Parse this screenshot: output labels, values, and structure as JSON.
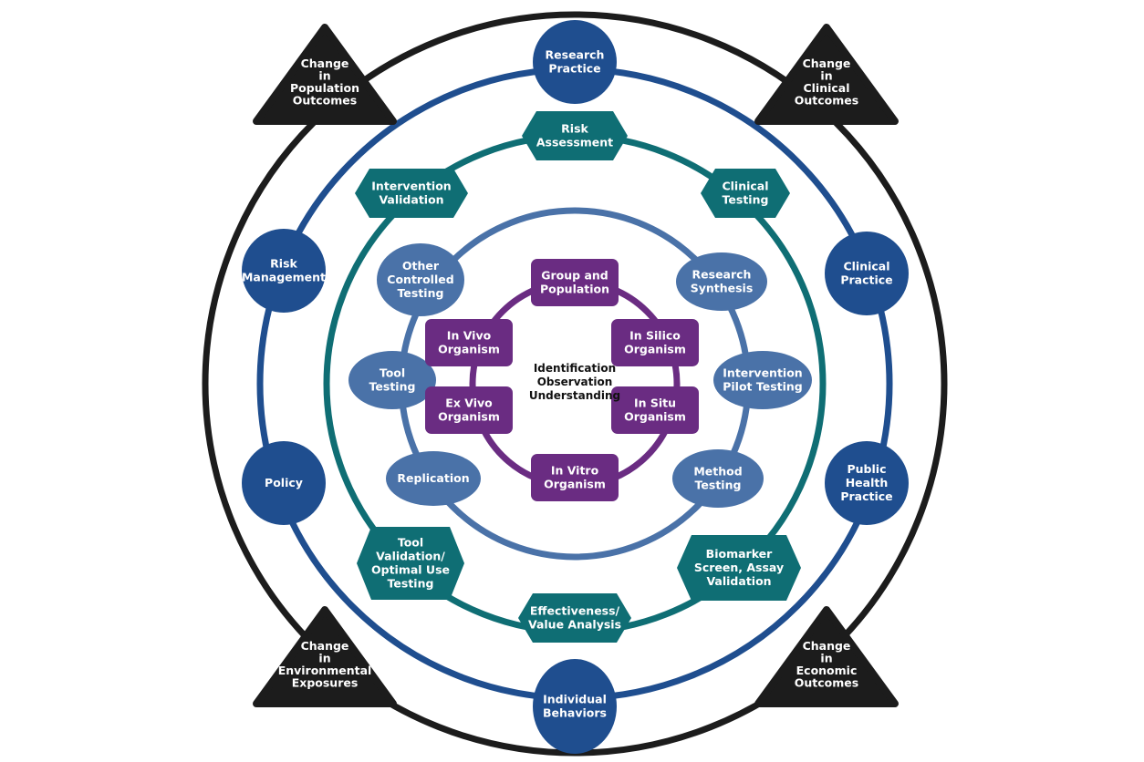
{
  "colors": {
    "outer_ring": "#1c1c1c",
    "blue_ring": "#1f4e8f",
    "teal_ring": "#0f6e74",
    "light_blue_ring": "#4a72a8",
    "purple_ring": "#6a2c82",
    "background": "#ffffff"
  },
  "center": {
    "lines": [
      "Identification",
      "Observation",
      "Understanding"
    ]
  },
  "outer_triangles": [
    {
      "id": "population",
      "lines": [
        "Change",
        "in",
        "Population",
        "Outcomes"
      ]
    },
    {
      "id": "clinical",
      "lines": [
        "Change",
        "in",
        "Clinical",
        "Outcomes"
      ]
    },
    {
      "id": "environmental",
      "lines": [
        "Change",
        "in",
        "Environmental",
        "Exposures"
      ]
    },
    {
      "id": "economic",
      "lines": [
        "Change",
        "in",
        "Economic",
        "Outcomes"
      ]
    }
  ],
  "blue_circles": [
    {
      "id": "research-practice",
      "lines": [
        "Research",
        "Practice"
      ]
    },
    {
      "id": "clinical-practice",
      "lines": [
        "Clinical",
        "Practice"
      ]
    },
    {
      "id": "public-health-practice",
      "lines": [
        "Public",
        "Health",
        "Practice"
      ]
    },
    {
      "id": "individual-behaviors",
      "lines": [
        "Individual",
        "Behaviors"
      ]
    },
    {
      "id": "policy",
      "lines": [
        "Policy"
      ]
    },
    {
      "id": "risk-management",
      "lines": [
        "Risk",
        "Management"
      ]
    }
  ],
  "teal_hexagons": [
    {
      "id": "risk-assessment",
      "lines": [
        "Risk",
        "Assessment"
      ]
    },
    {
      "id": "clinical-testing",
      "lines": [
        "Clinical",
        "Testing"
      ]
    },
    {
      "id": "biomarker-screen",
      "lines": [
        "Biomarker",
        "Screen, Assay",
        "Validation"
      ]
    },
    {
      "id": "effectiveness-value",
      "lines": [
        "Effectiveness/",
        "Value Analysis"
      ]
    },
    {
      "id": "tool-validation",
      "lines": [
        "Tool",
        "Validation/",
        "Optimal Use",
        "Testing"
      ]
    },
    {
      "id": "intervention-validation",
      "lines": [
        "Intervention",
        "Validation"
      ]
    }
  ],
  "light_blue_ovals": [
    {
      "id": "research-synthesis",
      "lines": [
        "Research",
        "Synthesis"
      ]
    },
    {
      "id": "intervention-pilot-testing",
      "lines": [
        "Intervention",
        "Pilot Testing"
      ]
    },
    {
      "id": "method-testing",
      "lines": [
        "Method",
        "Testing"
      ]
    },
    {
      "id": "replication",
      "lines": [
        "Replication"
      ]
    },
    {
      "id": "tool-testing",
      "lines": [
        "Tool",
        "Testing"
      ]
    },
    {
      "id": "other-controlled-testing",
      "lines": [
        "Other",
        "Controlled",
        "Testing"
      ]
    }
  ],
  "purple_boxes": [
    {
      "id": "group-population",
      "lines": [
        "Group and",
        "Population"
      ]
    },
    {
      "id": "in-silico",
      "lines": [
        "In Silico",
        "Organism"
      ]
    },
    {
      "id": "in-situ",
      "lines": [
        "In Situ",
        "Organism"
      ]
    },
    {
      "id": "in-vitro",
      "lines": [
        "In Vitro",
        "Organism"
      ]
    },
    {
      "id": "ex-vivo",
      "lines": [
        "Ex Vivo",
        "Organism"
      ]
    },
    {
      "id": "in-vivo",
      "lines": [
        "In Vivo",
        "Organism"
      ]
    }
  ]
}
